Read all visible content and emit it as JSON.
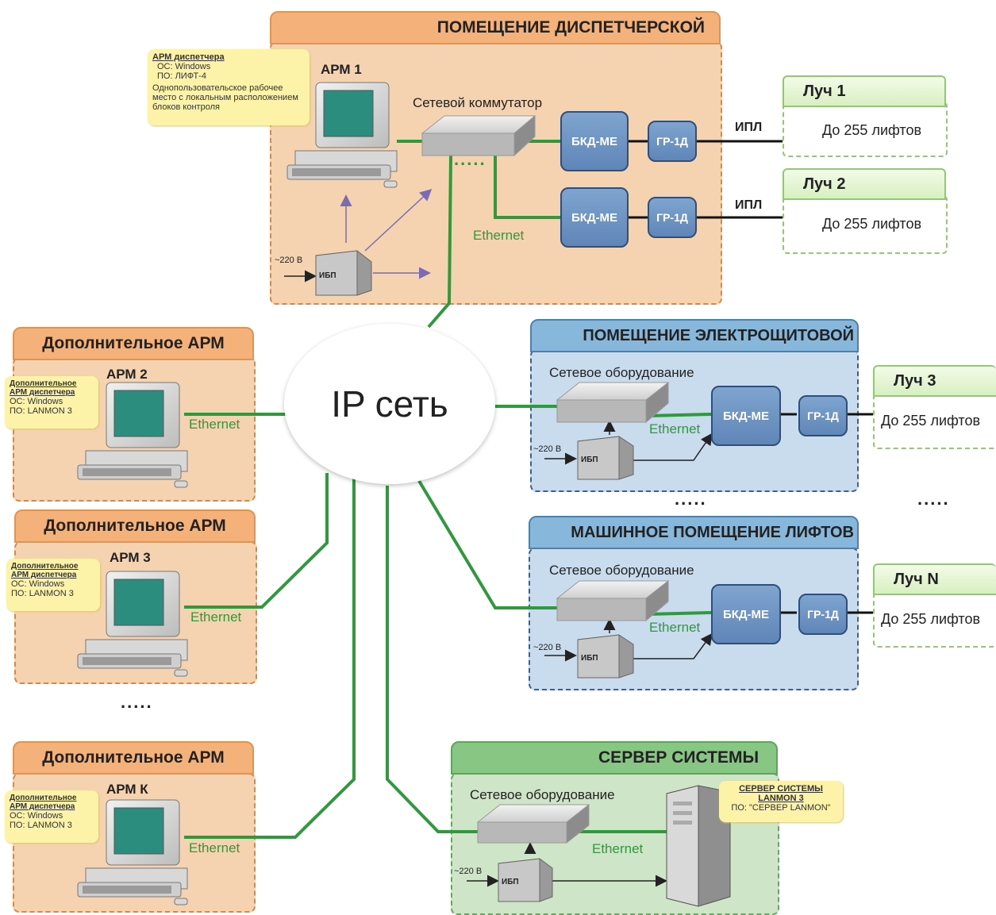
{
  "center": {
    "label": "IP сеть"
  },
  "dispatcher_room": {
    "title": "ПОМЕЩЕНИЕ ДИСПЕТЧЕРСКОЙ",
    "arm_label": "АРМ 1",
    "note": {
      "title": "АРМ диспетчера",
      "os": "ОС: Windows",
      "po": "ПО: ЛИФТ-4",
      "desc": "Однопользовательское рабочее место с локальным расположением блоков контроля"
    },
    "switch_label": "Сетевой коммутатор",
    "ethernet": "Ethernet",
    "ups": "ИБП",
    "voltage": "~220 В",
    "dots": ".....",
    "bkd1": "БКД-МЕ",
    "gr1": "ГР-1Д",
    "bkd2": "БКД-МЕ",
    "gr2": "ГР-1Д",
    "ipl1": "ИПЛ",
    "ipl2": "ИПЛ"
  },
  "rays": [
    {
      "title": "Луч 1",
      "text": "До 255 лифтов"
    },
    {
      "title": "Луч 2",
      "text": "До 255 лифтов"
    },
    {
      "title": "Луч 3",
      "text": "До 255 лифтов"
    },
    {
      "title": "Луч N",
      "text": "До 255 лифтов"
    }
  ],
  "extra_arms": [
    {
      "title": "Дополнительное АРМ",
      "arm": "АРМ 2",
      "note_title": "Дополнительное АРМ диспетчера",
      "os": "ОС: Windows",
      "po": "ПО: LANMON 3",
      "ethernet": "Ethernet"
    },
    {
      "title": "Дополнительное АРМ",
      "arm": "АРМ 3",
      "note_title": "Дополнительное АРМ диспетчера",
      "os": "ОС: Windows",
      "po": "ПО: LANMON 3",
      "ethernet": "Ethernet"
    },
    {
      "title": "Дополнительное АРМ",
      "arm": "АРМ К",
      "note_title": "Дополнительное АРМ диспетчера",
      "os": "ОС: Windows",
      "po": "ПО: LANMON 3",
      "ethernet": "Ethernet"
    }
  ],
  "extra_dots": ".....",
  "electro_room": {
    "title": "ПОМЕЩЕНИЕ ЭЛЕКТРОЩИТОВОЙ",
    "net": "Сетевое оборудование",
    "ethernet": "Ethernet",
    "ups": "ИБП",
    "voltage": "~220 В",
    "bkd": "БКД-МЕ",
    "gr": "ГР-1Д"
  },
  "middle_dots_left": ".....",
  "middle_dots_right": ".....",
  "machine_room": {
    "title": "МАШИННОЕ ПОМЕЩЕНИЕ ЛИФТОВ",
    "net": "Сетевое оборудование",
    "ethernet": "Ethernet",
    "ups": "ИБП",
    "voltage": "~220 В",
    "bkd": "БКД-МЕ",
    "gr": "ГР-1Д"
  },
  "server_room": {
    "title": "СЕРВЕР СИСТЕМЫ",
    "net": "Сетевое оборудование",
    "ethernet": "Ethernet",
    "ups": "ИБП",
    "voltage": "~220 В",
    "note": {
      "title1": "СЕРВЕР СИСТЕМЫ",
      "title2": "LANMON 3",
      "po": "ПО: \"СЕРВЕР LANMON\""
    }
  },
  "colors": {
    "ethernet": "#2e9a3c",
    "arrow": "#7b6bb5",
    "device": "#6b90c2"
  }
}
